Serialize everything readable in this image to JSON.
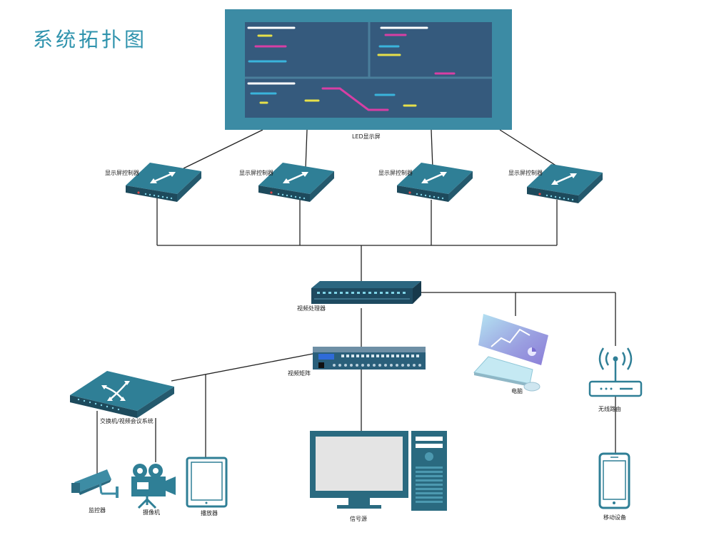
{
  "title": "系统拓扑图",
  "labels": {
    "led_screen": "LED显示屏",
    "screen_ctrl_1": "显示屏控制器",
    "screen_ctrl_2": "显示屏控制器",
    "screen_ctrl_3": "显示屏控制器",
    "screen_ctrl_4": "显示屏控制器",
    "video_processor": "视频处理器",
    "video_matrix": "视频矩阵",
    "switch_system": "交换机/视频会议系统",
    "computer": "电脑",
    "router": "无线路由",
    "camera": "监控器",
    "video_camera": "摄像机",
    "tablet": "播放器",
    "pc_terminal": "信号源",
    "mobile": "移动设备"
  },
  "colors": {
    "title": "#2f93ad",
    "device_teal": "#2f7f96",
    "screen_frame": "#3c8ba4",
    "screen_panel": "#355a7d",
    "line": "#222222"
  }
}
